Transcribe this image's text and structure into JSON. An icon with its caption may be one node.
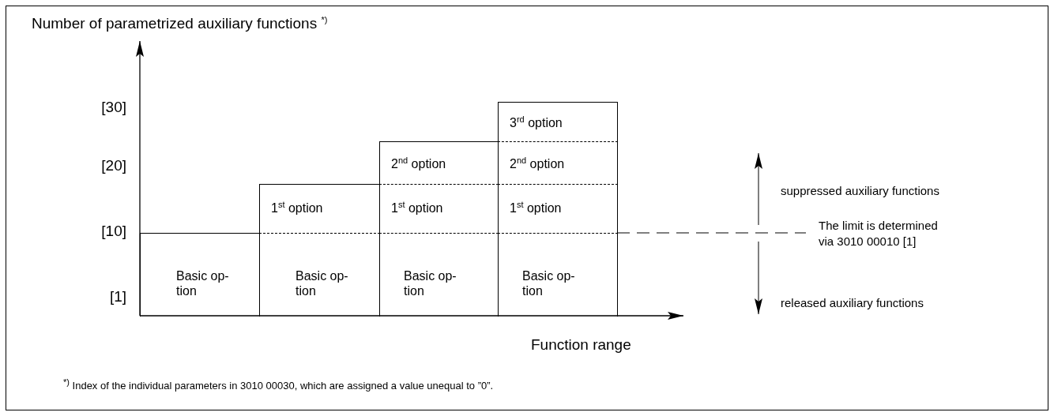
{
  "diagram": {
    "nodes": [
      {
        "text": [
          "Basic op- tion"
        ]
      },
      {
        "text": [
          "Basic op- tion"
        ]
      },
      {
        "text": [
          "1$^{st}$ option"
        ]
      },
      {
        "text": [
          "Basic op- tion"
        ]
      },
      {
        "text": [
          "1$^{st}$ option"
        ]
      },
      {
        "text": [
          "2$^{nd}$ option"
        ]
      },
      {
        "text": [
          "Basic op- tion"
        ]
      },
      {
        "text": [
          "1$^{st}$ option"
        ]
      },
      {
        "text": [
          "2$^{nd}$ option"
        ]
      },
      {
        "text": [
          "3$^{rd}$ option"
        ]
      }
    ],
    "labels": [
      "Number of parametrized auxiliary functions $^{*)}$",
      "[30]",
      "[20]",
      "[10]",
      "[1]",
      "suppressed auxiliary functions",
      "The limit is determined via 3010 00010 [1]",
      "released auxiliary functions",
      "Function range",
      "$^{*)}$ Index of the individual parameters in 3010 00030, which are assigned a value unequal to ”0”."
    ]
  }
}
